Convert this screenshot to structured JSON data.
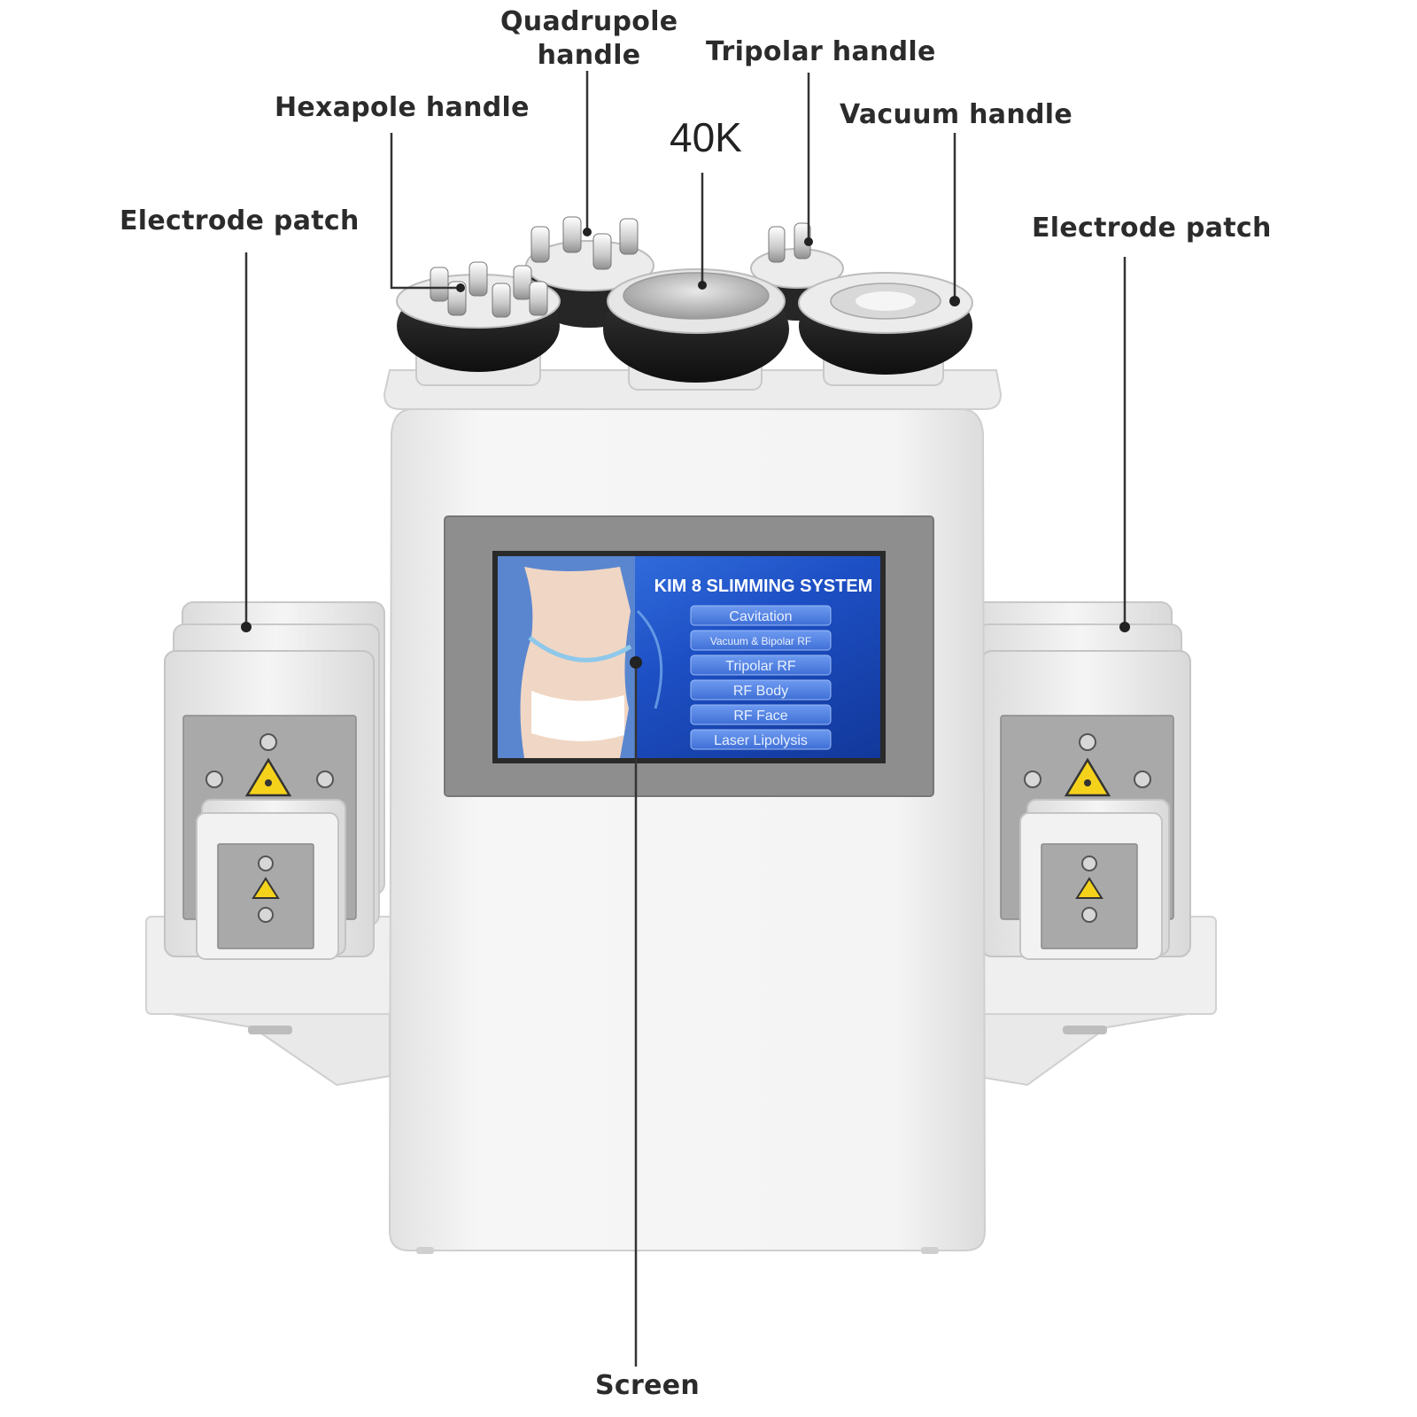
{
  "labels": {
    "electrode_patch_left": "Electrode patch",
    "hexapole": "Hexapole handle",
    "quadrupole_line1": "Quadrupole",
    "quadrupole_line2": "handle",
    "tripolar": "Tripolar handle",
    "vacuum": "Vacuum handle",
    "electrode_patch_right": "Electrode patch",
    "cavitation_40k": "40K",
    "screen": "Screen"
  },
  "screen": {
    "title": "KIM 8 SLIMMING SYSTEM",
    "menu": [
      "Cavitation",
      "Vacuum & Bipolar RF",
      "Tripolar RF",
      "RF Body",
      "RF Face",
      "Laser Lipolysis"
    ]
  },
  "colors": {
    "label_text": "#2b2b2b",
    "leader_line": "#333333",
    "device_white": "#f1f1f1",
    "device_shadow": "#d6d6d6",
    "bezel": "#8e8e8e",
    "handle_ring": "#1c1c1c",
    "screen_bg": "#1e55c8",
    "menu_button": "#4f7fe0",
    "laser_panel": "#a9a9a9",
    "warning_yellow": "#f4d21c"
  }
}
